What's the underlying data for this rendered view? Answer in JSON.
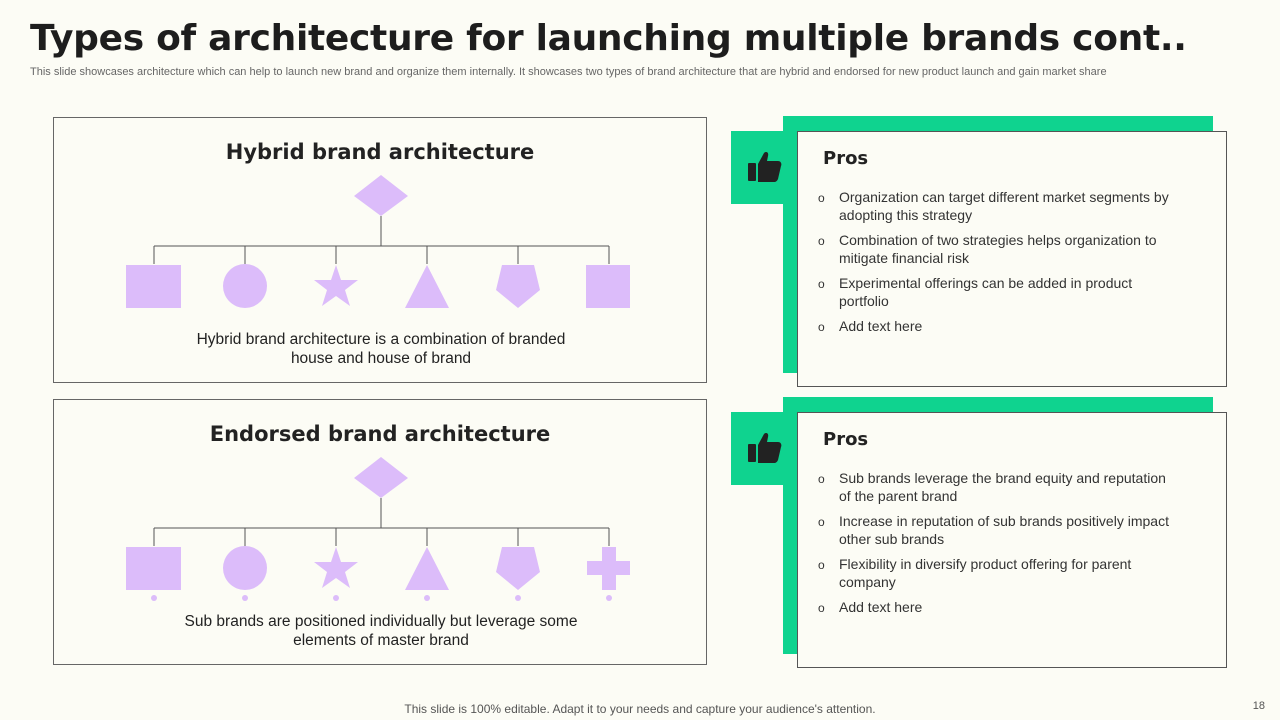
{
  "header": {
    "title": "Types of architecture for launching multiple brands cont..",
    "subtitle": "This slide showcases architecture which can help to launch new brand and organize them internally. It showcases two types of brand architecture that are hybrid and endorsed for new product launch and gain market share"
  },
  "colors": {
    "accent_green": "#0fd38f",
    "shape_purple": "#dcbcfa",
    "icon_dark": "#222222"
  },
  "hybrid": {
    "title": "Hybrid brand architecture",
    "description": "Hybrid brand architecture is a combination of branded house and house of brand",
    "shapes": [
      "square",
      "circle",
      "star",
      "triangle",
      "pentagon",
      "square"
    ]
  },
  "endorsed": {
    "title": "Endorsed brand architecture",
    "description": "Sub brands are positioned individually but leverage some elements of master brand",
    "shapes": [
      "square",
      "circle",
      "star",
      "triangle",
      "pentagon",
      "cross"
    ]
  },
  "pros_hybrid": {
    "icon": "thumbs-up-icon",
    "title": "Pros",
    "bullet": "o",
    "items": [
      "Organization can target different market segments by adopting this strategy",
      "Combination of two strategies helps organization to mitigate financial risk",
      "Experimental offerings can be added in product portfolio",
      "Add text here"
    ]
  },
  "pros_endorsed": {
    "icon": "thumbs-up-icon",
    "title": "Pros",
    "bullet": "o",
    "items": [
      "Sub brands leverage the brand equity and reputation of the parent brand",
      "Increase in reputation of sub brands positively impact other sub brands",
      "Flexibility  in diversify product offering for parent company",
      "Add text here"
    ]
  },
  "footer": {
    "text": "This slide is 100% editable. Adapt it to your needs and capture your audience's attention.",
    "page_number": "18"
  }
}
